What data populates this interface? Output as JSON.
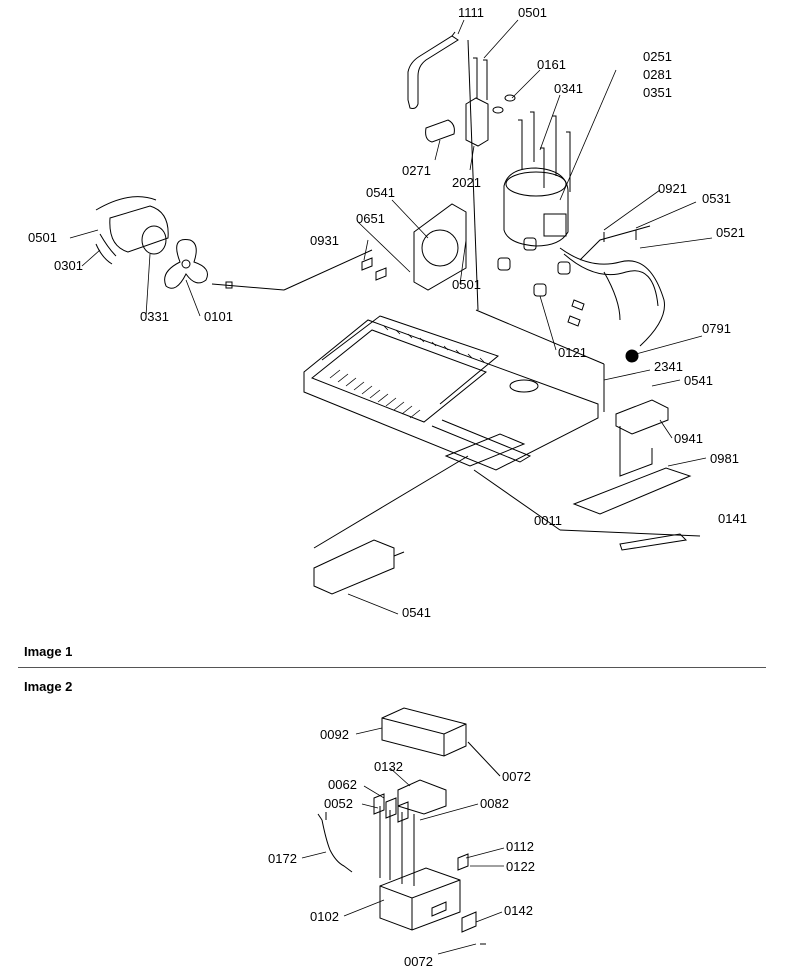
{
  "image1": {
    "caption": "Image 1",
    "labels": [
      "1111",
      "0501",
      "0161",
      "0341",
      "0251",
      "0281",
      "0351",
      "0271",
      "2021",
      "0541",
      "0651",
      "0931",
      "0921",
      "0531",
      "0521",
      "0501",
      "0301",
      "0331",
      "0101",
      "0501",
      "0121",
      "0791",
      "2341",
      "0541",
      "0941",
      "0981",
      "0011",
      "0141",
      "0541"
    ]
  },
  "image2": {
    "caption": "Image 2",
    "labels": [
      "0092",
      "0072",
      "0132",
      "0062",
      "0052",
      "0082",
      "0172",
      "0112",
      "0122",
      "0102",
      "0142",
      "0072"
    ]
  }
}
